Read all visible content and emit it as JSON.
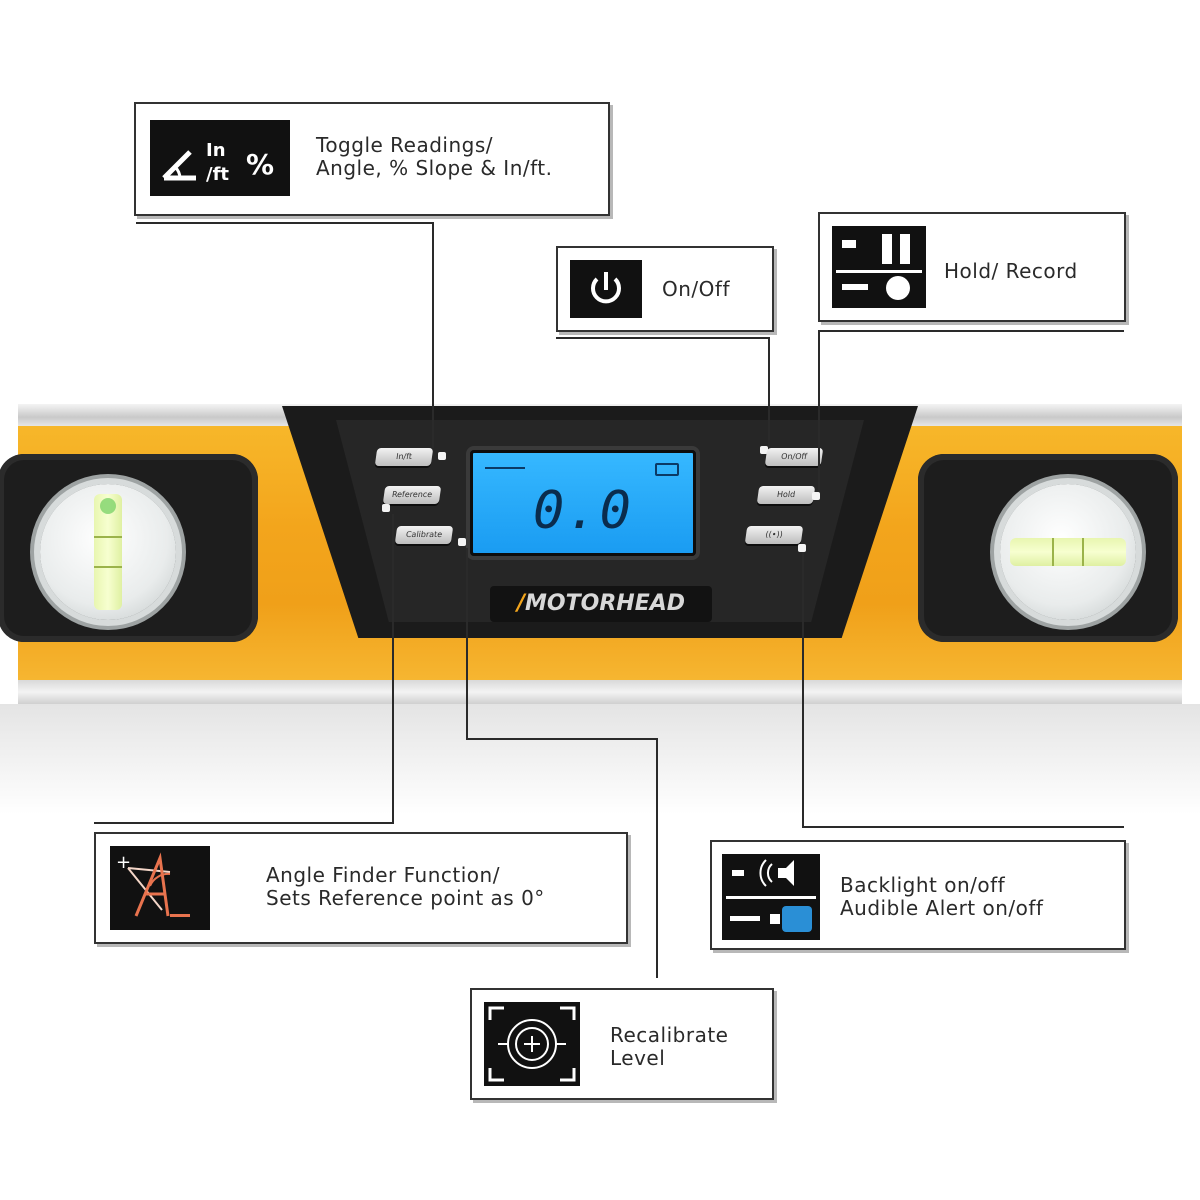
{
  "callouts": {
    "toggle": {
      "label": "Toggle Readings/\nAngle, % Slope & In/ft.",
      "icon": "angle-inft-percent-icon"
    },
    "onoff": {
      "label": "On/Off",
      "icon": "power-icon"
    },
    "hold": {
      "label": "Hold/ Record",
      "icon": "hold-record-icon"
    },
    "angle_finder": {
      "label": "Angle Finder Function/\nSets Reference point as 0°",
      "icon": "angle-finder-icon"
    },
    "backlight": {
      "label": "Backlight on/off\nAudible Alert on/off",
      "icon": "backlight-alert-icon"
    },
    "recalibrate": {
      "label": "Recalibrate\nLevel",
      "icon": "recalibrate-target-icon"
    }
  },
  "device": {
    "brand": "MOTORHEAD",
    "reading": "0.0",
    "buttons": {
      "inft": "In/ft",
      "reference": "Reference",
      "calibrate": "Calibrate",
      "onoff": "On/Off",
      "hold": "Hold",
      "sound": "((•))"
    }
  },
  "colors": {
    "level_yellow": "#f3a51c",
    "lcd_blue": "#1fa4f6",
    "panel_black": "#1b1b1b",
    "speaker_blue": "#2a8fd6"
  }
}
